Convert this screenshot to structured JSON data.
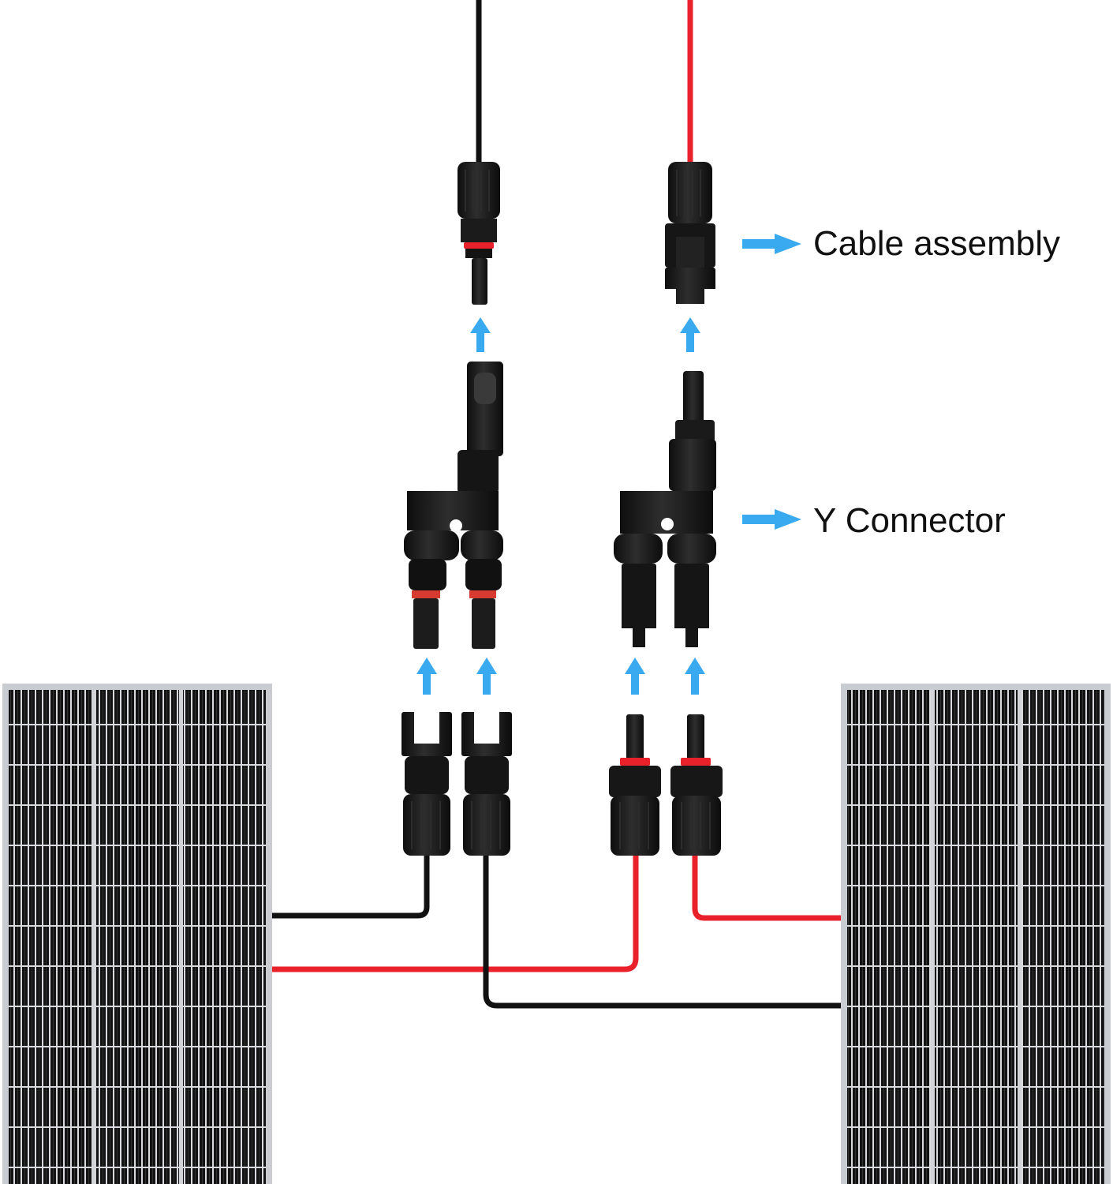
{
  "labels": {
    "cable_assembly": "Cable assembly",
    "y_connector": "Y Connector"
  },
  "components": [
    {
      "name": "solar-panel-left",
      "icon": "solar-panel-icon"
    },
    {
      "name": "solar-panel-right",
      "icon": "solar-panel-icon"
    },
    {
      "name": "cable-assembly-negative",
      "icon": "mc4-connector-icon"
    },
    {
      "name": "cable-assembly-positive",
      "icon": "mc4-connector-icon"
    },
    {
      "name": "y-connector-negative",
      "icon": "y-branch-connector-icon"
    },
    {
      "name": "y-connector-positive",
      "icon": "y-branch-connector-icon"
    }
  ],
  "colors": {
    "positive_wire": "#e8212b",
    "negative_wire": "#111111",
    "arrow": "#3aaaf0",
    "connector": "#1a1a1a",
    "panel_cell": "#141414",
    "panel_frame": "#c9ccd0"
  }
}
